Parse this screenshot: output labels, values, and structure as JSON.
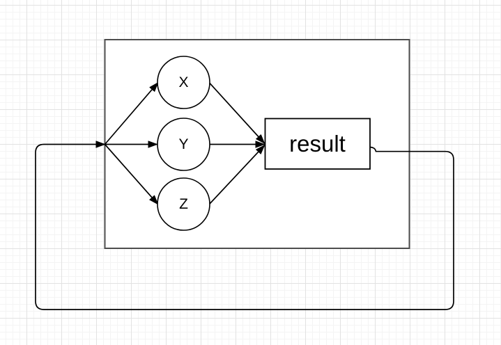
{
  "diagram": {
    "nodes": {
      "container": {
        "label": "",
        "shape": "rectangle",
        "role": "group-container"
      },
      "x": {
        "label": "X",
        "shape": "circle"
      },
      "y": {
        "label": "Y",
        "shape": "circle"
      },
      "z": {
        "label": "Z",
        "shape": "circle"
      },
      "result": {
        "label": "result",
        "shape": "rectangle"
      }
    },
    "edges": [
      {
        "from": "input-junction",
        "to": "x",
        "arrow": "filled-triangle"
      },
      {
        "from": "input-junction",
        "to": "y",
        "arrow": "filled-triangle"
      },
      {
        "from": "input-junction",
        "to": "z",
        "arrow": "filled-triangle"
      },
      {
        "from": "x",
        "to": "result",
        "arrow": "filled-triangle"
      },
      {
        "from": "y",
        "to": "result",
        "arrow": "filled-triangle"
      },
      {
        "from": "z",
        "to": "result",
        "arrow": "filled-triangle"
      },
      {
        "from": "result",
        "to": "input-junction",
        "type": "feedback-loop",
        "arrow": "filled-triangle"
      }
    ],
    "colors": {
      "edge_stroke": "#000000",
      "shape_stroke": "#000000",
      "container_stroke": "#4d4d4d",
      "node_fill": "#ffffff",
      "canvas_bg": "#ffffff",
      "grid_minor": "#f4f4f4",
      "grid_major": "#e2e2e2"
    }
  }
}
